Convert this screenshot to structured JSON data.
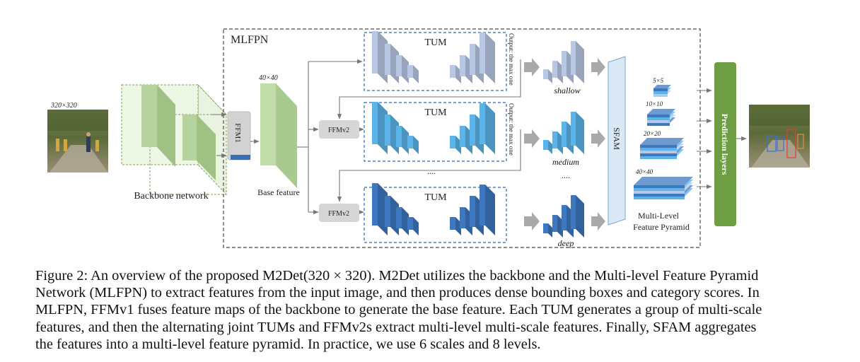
{
  "diagram": {
    "input_size": "320×320",
    "backbone_label": "Backbone network",
    "mlfpn_label": "MLFPN",
    "ffm1_label": "FFM1",
    "base_size": "40×40",
    "base_label": "Base feature",
    "ffmv2_label": "FFMv2",
    "tum_label": "TUM",
    "output_note": "Output: the max one",
    "ellipsis": "....",
    "shallow_label": "shallow",
    "medium_label": "medium",
    "deep_label": "deep",
    "sfam_label": "SFAM",
    "pyramid_scales": [
      "5×5",
      "10×10",
      "20×20",
      "40×40"
    ],
    "pyramid_label_line1": "Multi-Level",
    "pyramid_label_line2": "Feature Pyramid",
    "prediction_label": "Prediction layers"
  },
  "colors": {
    "shallow": "#b8c8e4",
    "medium": "#5cb5ea",
    "deep": "#3d78c0",
    "backbone": "#a8c98f",
    "base": "#b9d6a0",
    "prediction": "#6d9e43",
    "ffm": "#d6d6d6",
    "sfam": "#dbe9f6"
  },
  "caption": [
    "Figure 2: An overview of the proposed M2Det(320 × 320). M2Det utilizes the backbone and the Multi-level Feature Pyramid",
    "Network (MLFPN) to extract features from the input image, and then produces dense bounding boxes and category scores. In",
    "MLFPN, FFMv1 fuses feature maps of the backbone to generate the base feature. Each TUM generates a group of multi-scale",
    "features, and then the alternating joint TUMs and FFMv2s extract multi-level multi-scale features. Finally, SFAM aggregates",
    "the features into a multi-level feature pyramid. In practice, we use 6 scales and 8 levels."
  ]
}
